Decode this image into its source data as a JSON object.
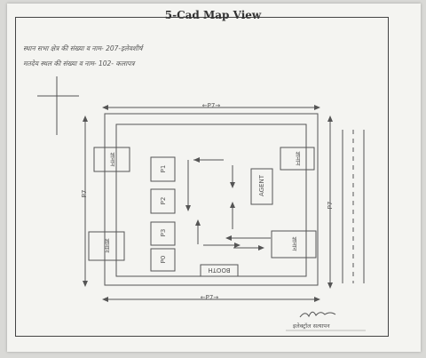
{
  "page": {
    "title": "5-Cad Map View",
    "field_1": "स्थान सभा क्षेत्र की संख्या व नाम- 207-इलेवशीर्ष",
    "field_2": "मतदेय स्थल की संख्या व नाम- 102- कलापत्र",
    "signature": "इलेक्ट्रॉल सत्यापन"
  },
  "map": {
    "boxes": [
      "P1",
      "P2",
      "P3",
      "P0"
    ],
    "agent_label": "AGENT",
    "booth_label": "BOOTH",
    "corner_labels": [
      "ज्ञानान",
      "ज्ञानान",
      "ज्ञानान",
      "ज्ञानान"
    ],
    "dim_top": "←P7→",
    "dim_bottom": "←P7→",
    "dim_left": "P7",
    "dim_right": "P7"
  }
}
